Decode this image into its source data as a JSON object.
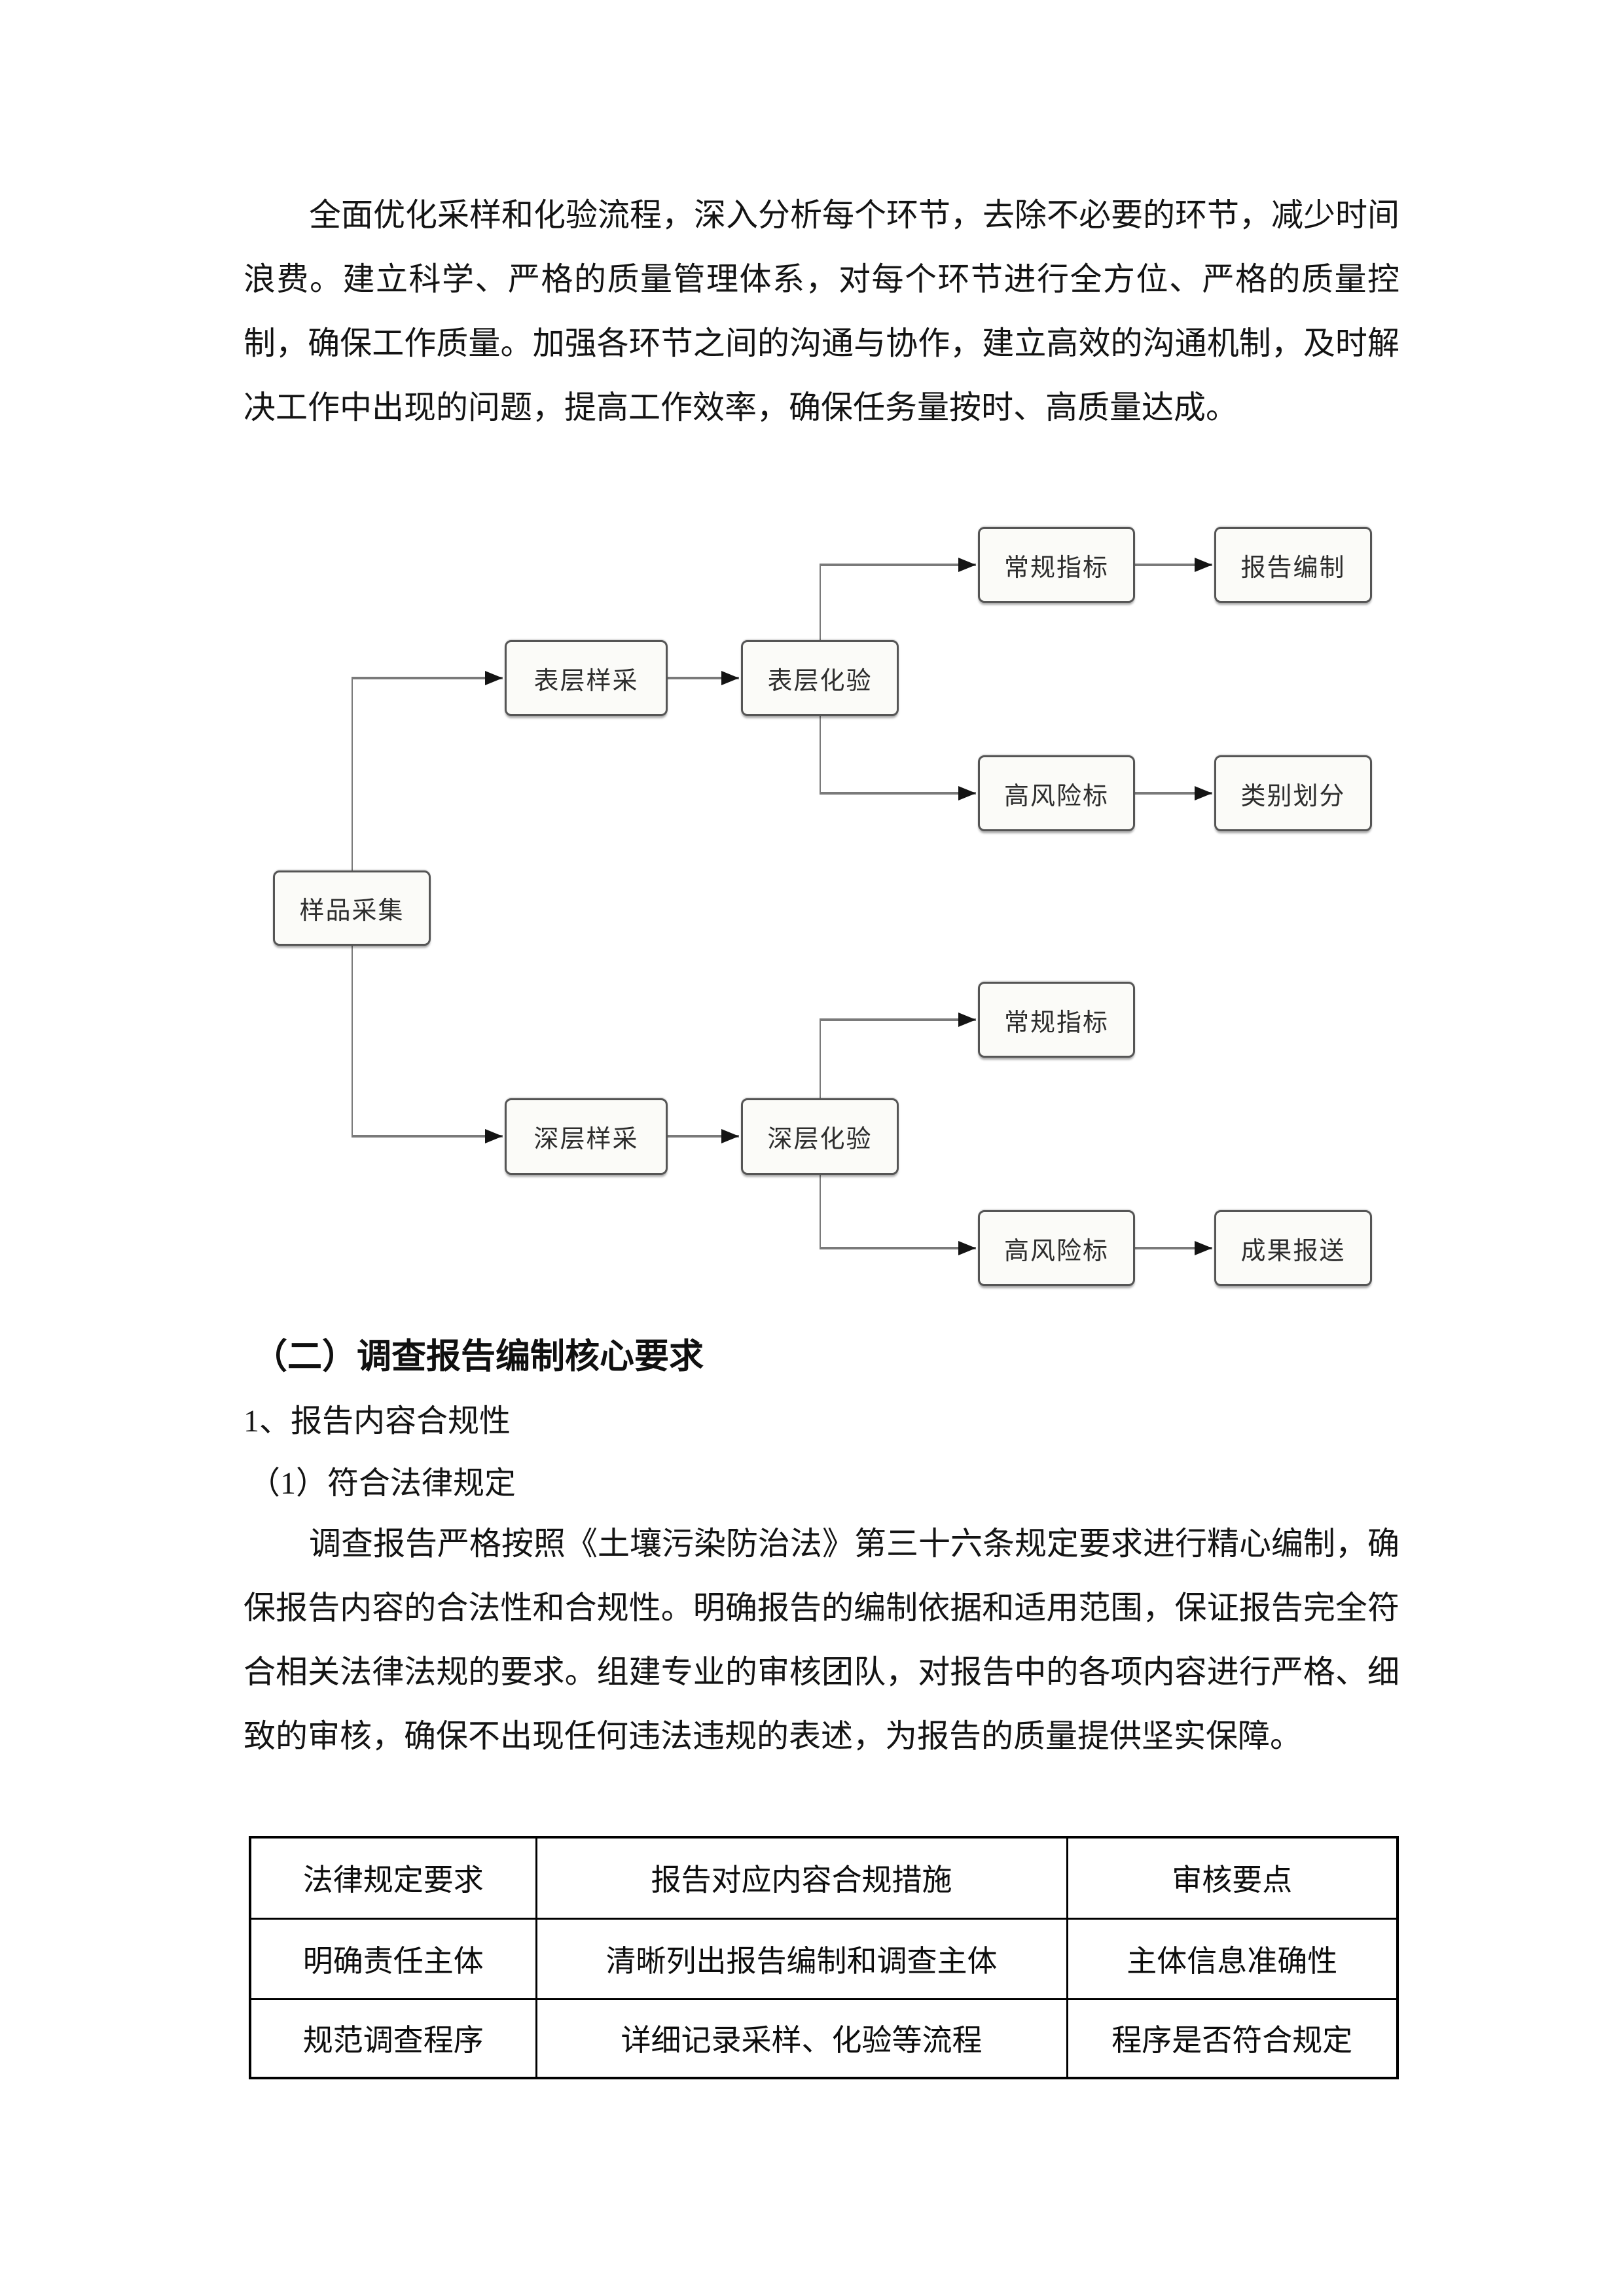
{
  "document": {
    "paragraph1": "全面优化采样和化验流程，深入分析每个环节，去除不必要的环节，减少时间浪费。建立科学、严格的质量管理体系，对每个环节进行全方位、严格的质量控制，确保工作质量。加强各环节之间的沟通与协作，建立高效的沟通机制，及时解决工作中出现的问题，提高工作效率，确保任务量按时、高质量达成。",
    "heading_section": "（二）调查报告编制核心要求",
    "heading_sub1": "1、报告内容合规性",
    "heading_sub2": "（1）符合法律规定",
    "paragraph2": "调查报告严格按照《土壤污染防治法》第三十六条规定要求进行精心编制，确保报告内容的合法性和合规性。明确报告的编制依据和适用范围，保证报告完全符合相关法律法规的要求。组建专业的审核团队，对报告中的各项内容进行严格、细致的审核，确保不出现任何违法违规的表述，为报告的质量提供坚实保障。"
  },
  "flowchart": {
    "nodes": [
      {
        "id": "sample-collection",
        "label": "样品采集"
      },
      {
        "id": "surface-sampling",
        "label": "表层样采"
      },
      {
        "id": "surface-testing",
        "label": "表层化验"
      },
      {
        "id": "routine-indicators-top",
        "label": "常规指标"
      },
      {
        "id": "report-preparation",
        "label": "报告编制"
      },
      {
        "id": "high-risk-indicators-top",
        "label": "高风险标"
      },
      {
        "id": "category-division",
        "label": "类别划分"
      },
      {
        "id": "routine-indicators-bottom",
        "label": "常规指标"
      },
      {
        "id": "deep-sampling",
        "label": "深层样采"
      },
      {
        "id": "deep-testing",
        "label": "深层化验"
      },
      {
        "id": "high-risk-indicators-bottom",
        "label": "高风险标"
      },
      {
        "id": "results-submission",
        "label": "成果报送"
      }
    ],
    "edges": [
      "样品采集→表层样采",
      "表层样采→表层化验",
      "表层化验→常规指标",
      "常规指标→报告编制",
      "表层化验→高风险标",
      "高风险标→类别划分",
      "样品采集→深层样采",
      "深层样采→深层化验",
      "深层化验→常规指标",
      "深层化验→高风险标",
      "高风险标→成果报送"
    ],
    "line_color": "#7a7a7a",
    "arrow_color": "#141414",
    "node_fill": "#fbfbf8",
    "node_border": "#555555"
  },
  "table": {
    "headers": [
      "法律规定要求",
      "报告对应内容合规措施",
      "审核要点"
    ],
    "rows": [
      [
        "明确责任主体",
        "清晰列出报告编制和调查主体",
        "主体信息准确性"
      ],
      [
        "规范调查程序",
        "详细记录采样、化验等流程",
        "程序是否符合规定"
      ]
    ]
  }
}
